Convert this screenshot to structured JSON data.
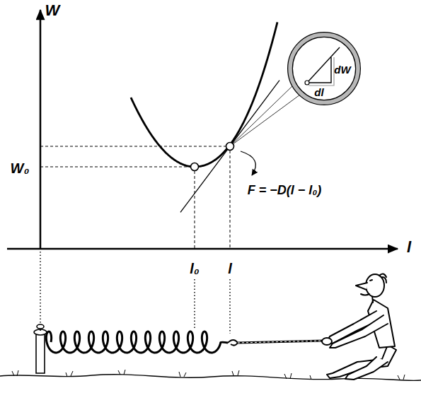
{
  "diagram": {
    "nodes": [
      {
        "text": [
          "dW",
          "dl"
        ]
      }
    ],
    "labels": [
      "W",
      "W₀",
      "l₀",
      "l",
      "l",
      "F = −D(l − l₀)"
    ]
  }
}
